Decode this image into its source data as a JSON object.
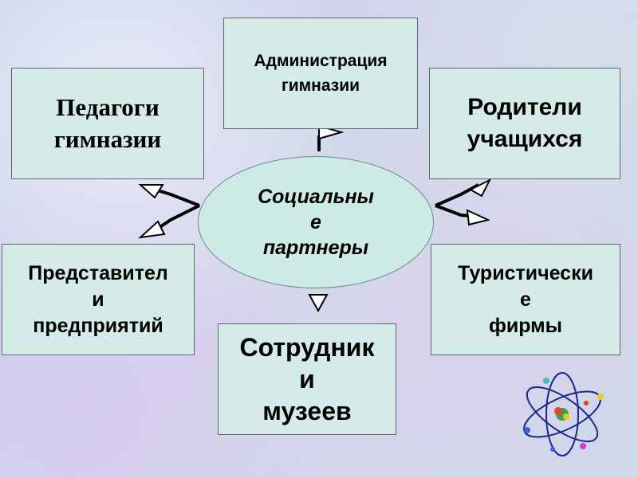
{
  "center": {
    "label": "Социальны\nе\nпартнеры"
  },
  "nodes": {
    "administration": "Администрация\nгимназии",
    "teachers": "Педагоги\nгимназии",
    "parents": "Родители\nучащихся",
    "representatives": "Представител\nи\nпредприятий",
    "tourism": "Туристически\nе\nфирмы",
    "museums": "Сотрудник\nи\nмузеев"
  },
  "colors": {
    "box_fill": "#d4ebe7",
    "ellipse_fill": "#cdeae4",
    "connector": "#000000"
  },
  "icons": {
    "decoration": "atom-icon"
  }
}
